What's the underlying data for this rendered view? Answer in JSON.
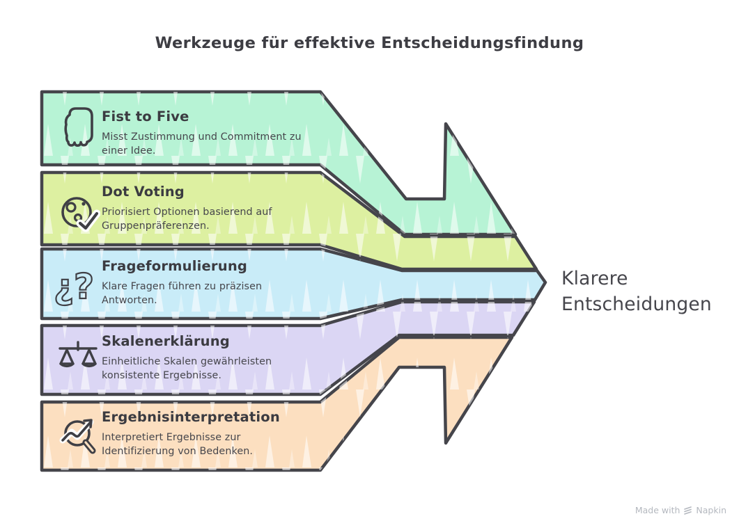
{
  "title": "Werkzeuge für effektive Entscheidungsfindung",
  "result_label": "Klarere Entscheidungen",
  "steps": [
    {
      "title": "Fist to Five",
      "description": "Misst Zustimmung und Commitment zu einer Idee.",
      "icon": "fist-icon",
      "color": "#b7f3d5"
    },
    {
      "title": "Dot Voting",
      "description": "Priorisiert Optionen basierend auf Gruppenpräferenzen.",
      "icon": "dot-voting-icon",
      "color": "#ddf0a1"
    },
    {
      "title": "Frageformulierung",
      "description": "Klare Fragen führen zu präzisen Antworten.",
      "icon": "question-marks-icon",
      "glyph": "¿?",
      "color": "#c9ecf8"
    },
    {
      "title": "Skalenerklärung",
      "description": "Einheitliche Skalen gewährleisten konsistente Ergebnisse.",
      "icon": "scales-icon",
      "color": "#dbd6f4"
    },
    {
      "title": "Ergebnisinterpretation",
      "description": "Interpretiert Ergebnisse zur Identifizierung von Bedenken.",
      "icon": "magnifier-trend-icon",
      "color": "#fcdfc0"
    }
  ],
  "footer": {
    "made_with": "Made with",
    "brand": "Napkin"
  },
  "colors": {
    "outline": "#45454b",
    "text": "#3d3d43",
    "muted": "#b4b8bf",
    "background": "#ffffff"
  }
}
